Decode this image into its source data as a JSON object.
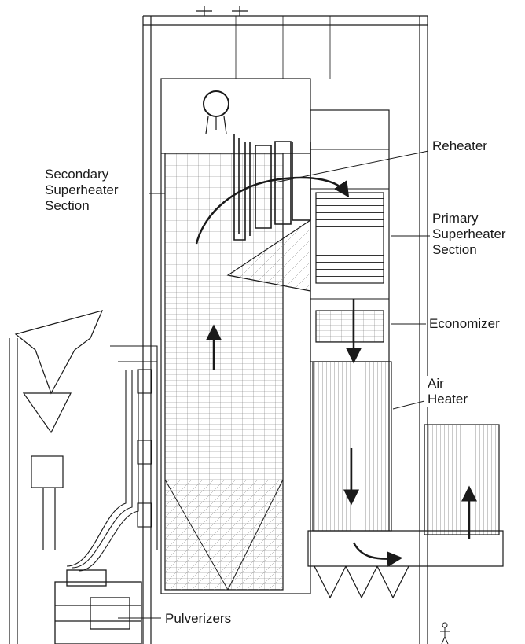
{
  "labels": {
    "secondary_superheater": [
      "Secondary",
      "Superheater",
      "Section"
    ],
    "reheater": "Reheater",
    "primary_superheater": [
      "Primary",
      "Superheater",
      "Section"
    ],
    "economizer": "Economizer",
    "air_heater": [
      "Air",
      "Heater"
    ],
    "pulverizers": "Pulverizers"
  },
  "colors": {
    "ink": "#1a1a1a",
    "background": "#ffffff",
    "hatch": "#777777"
  }
}
